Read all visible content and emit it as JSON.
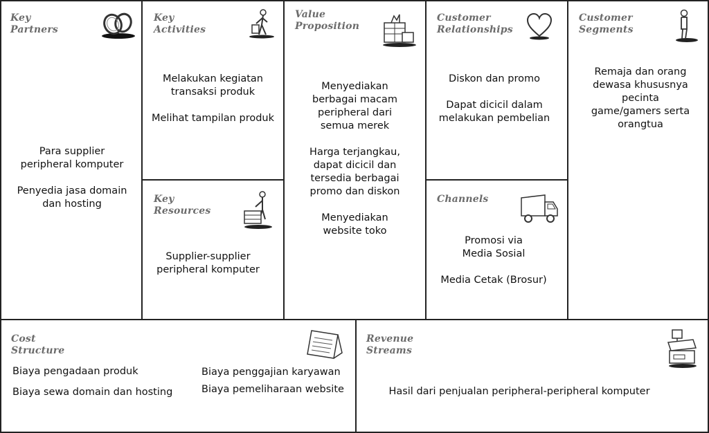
{
  "blocks": {
    "key_partners": {
      "title": "Key\nPartners",
      "icon": "chain-links-icon",
      "items": [
        "Para supplier\nperipheral komputer",
        "Penyedia jasa domain\ndan hosting"
      ]
    },
    "key_activities": {
      "title": "Key\nActivities",
      "icon": "worker-icon",
      "items": [
        "Melakukan kegiatan\ntransaksi produk",
        "Melihat tampilan produk"
      ]
    },
    "key_resources": {
      "title": "Key\nResources",
      "icon": "forklift-worker-icon",
      "items": [
        "Supplier-supplier\nperipheral komputer"
      ]
    },
    "value_proposition": {
      "title": "Value\nProposition",
      "icon": "gift-boxes-icon",
      "items": [
        "Menyediakan\nberbagai macam\nperipheral dari\nsemua merek",
        "Harga terjangkau,\ndapat dicicil dan\ntersedia berbagai\npromo dan diskon",
        "Menyediakan\nwebsite toko"
      ]
    },
    "customer_relationships": {
      "title": "Customer\nRelationships",
      "icon": "heart-icon",
      "items": [
        "Diskon dan promo",
        "Dapat dicicil dalam\nmelakukan pembelian"
      ]
    },
    "channels": {
      "title": "Channels",
      "icon": "truck-icon",
      "items": [
        "Promosi via\nMedia Sosial",
        "Media Cetak (Brosur)"
      ]
    },
    "customer_segments": {
      "title": "Customer\nSegments",
      "icon": "person-icon",
      "items": [
        "Remaja dan orang\ndewasa khususnya\npecinta\ngame/gamers serta\norangtua"
      ]
    },
    "cost_structure": {
      "title": "Cost\nStructure",
      "icon": "receipt-icon",
      "left_items": [
        "Biaya pengadaan produk",
        "Biaya sewa domain dan hosting"
      ],
      "right_items": [
        "Biaya penggajian karyawan",
        "Biaya pemeliharaan website"
      ]
    },
    "revenue_streams": {
      "title": "Revenue\nStreams",
      "icon": "cash-register-icon",
      "items": [
        "Hasil dari penjualan peripheral-peripheral komputer"
      ]
    }
  }
}
